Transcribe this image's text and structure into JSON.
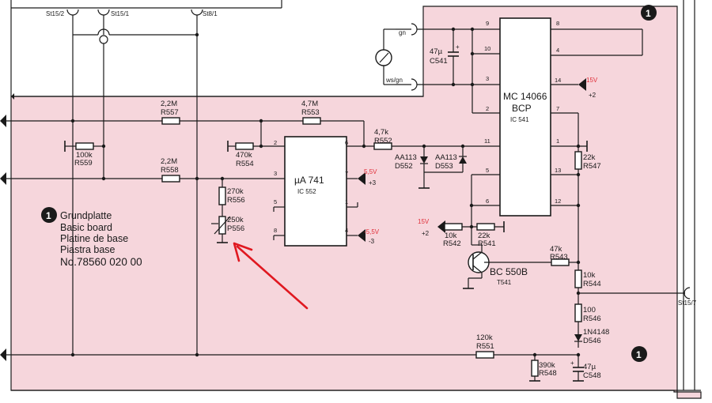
{
  "colors": {
    "board_fill": "#f6d6dc",
    "paper": "#ffffff",
    "ink": "#1a1a1a",
    "arrow": "#e01820",
    "supply_red": "#e0303a"
  },
  "connectors": {
    "st15_2": "St15/2",
    "st15_1": "St15/1",
    "st8_1": "St8/1",
    "st15_7": "St15/7"
  },
  "meter": {
    "gn": "gn",
    "ws_gn": "ws/gn"
  },
  "resistors": {
    "r557_val": "2,2M",
    "r557_ref": "R557",
    "r553_val": "4,7M",
    "r553_ref": "R553",
    "r559_val": "100k",
    "r559_ref": "R559",
    "r554_val": "470k",
    "r554_ref": "R554",
    "r552_val": "4,7k",
    "r552_ref": "R552",
    "r558_val": "2,2M",
    "r558_ref": "R558",
    "r556_val": "270k",
    "r556_ref": "R556",
    "p556_val": "250k",
    "p556_ref": "P556",
    "r542_val": "10k",
    "r542_ref": "R542",
    "r541_val": "22k",
    "r541_ref": "R541",
    "r543_val": "47k",
    "r543_ref": "R543",
    "r547_val": "22k",
    "r547_ref": "R547",
    "r544_val": "10k",
    "r544_ref": "R544",
    "r546_val": "100",
    "r546_ref": "R546",
    "r551_val": "120k",
    "r551_ref": "R551",
    "r548_val": "390k",
    "r548_ref": "R548"
  },
  "capacitors": {
    "c541_val": "47µ",
    "c541_ref": "C541",
    "c548_val": "47µ",
    "c548_ref": "C548"
  },
  "diodes": {
    "d552_type": "AA113",
    "d552_ref": "D552",
    "d553_type": "AA113",
    "d553_ref": "D553",
    "d546_type": "1N4148",
    "d546_ref": "D546"
  },
  "ic552": {
    "name": "µA 741",
    "ref": "IC 552",
    "pins": [
      "2",
      "3",
      "5",
      "8",
      "6",
      "7",
      "1",
      "4"
    ]
  },
  "ic541": {
    "name_line1": "MC 14066",
    "name_line2": "BCP",
    "ref": "IC 541",
    "pins": [
      "9",
      "10",
      "3",
      "2",
      "11",
      "5",
      "6",
      "8",
      "4",
      "14",
      "7",
      "1",
      "13",
      "12"
    ]
  },
  "transistor": {
    "type": "BC 550B",
    "ref": "T541"
  },
  "supplies": {
    "v55_a": "5,5V",
    "n3_a": "+3",
    "v55_b": "-5,5V",
    "n3_b": "-3",
    "v15_a": "15V",
    "n2_a": "+2",
    "v15_b": "15V",
    "n2_b": "+2"
  },
  "board_info": {
    "number": "1",
    "title": "Grundplatte",
    "line_en": "Basic board",
    "line_fr": "Platine de base",
    "line_it": "Piastra base",
    "part_no": "No.78560 020 00",
    "corner_number": "1"
  }
}
